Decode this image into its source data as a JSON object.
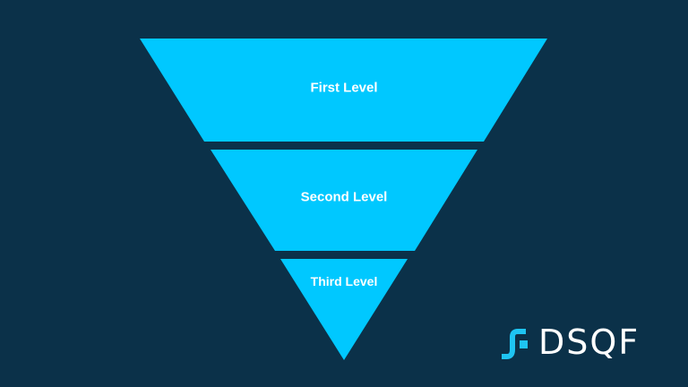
{
  "diagram": {
    "type": "inverted-pyramid",
    "levels": [
      {
        "label": "First Level"
      },
      {
        "label": "Second Level"
      },
      {
        "label": "Third Level"
      }
    ],
    "colors": {
      "background": "#0b3149",
      "fill": "#00c8ff",
      "text": "#ffffff"
    }
  },
  "logo": {
    "text": "DSQF"
  }
}
